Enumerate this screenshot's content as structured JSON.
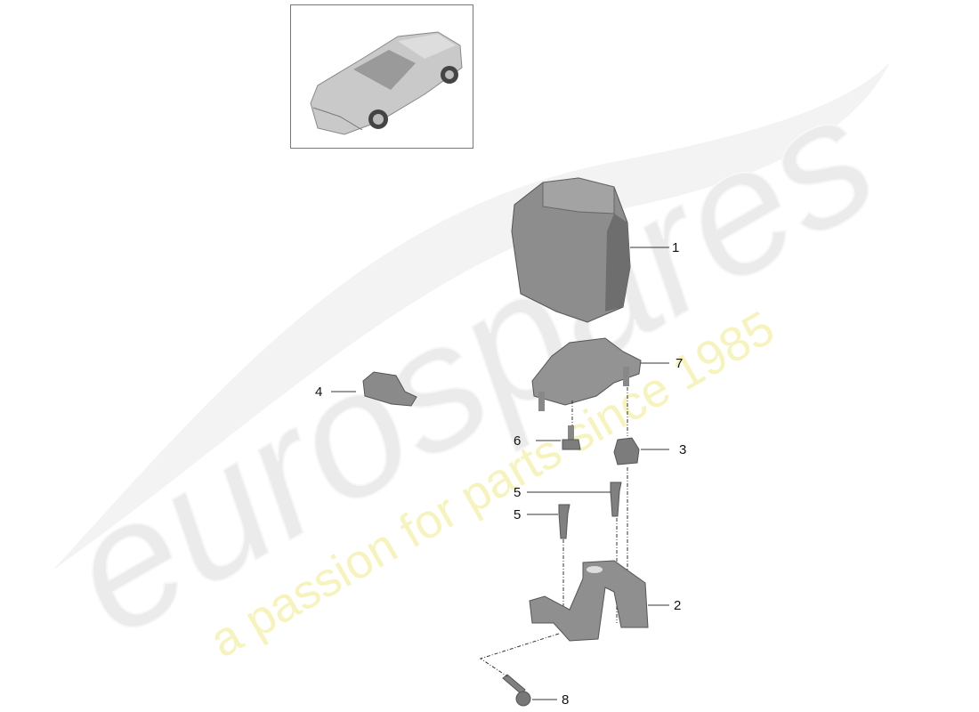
{
  "watermark": {
    "brand": "eurospares",
    "tagline": "a passion for parts since 1985",
    "brand_color": "#e8e8e8",
    "tagline_color": "#f5f2b8"
  },
  "thumbnail": {
    "subject": "Porsche sports car (isometric view)"
  },
  "callouts": [
    {
      "num": "1",
      "part": "hydraulic unit (ABS/ESP module)"
    },
    {
      "num": "2",
      "part": "lower bracket"
    },
    {
      "num": "3",
      "part": "rubber mount"
    },
    {
      "num": "4",
      "part": "control unit / sensor"
    },
    {
      "num": "5",
      "part": "bolt"
    },
    {
      "num": "5",
      "part": "bolt"
    },
    {
      "num": "6",
      "part": "hex bolt"
    },
    {
      "num": "7",
      "part": "upper bracket"
    },
    {
      "num": "8",
      "part": "flange bolt"
    }
  ]
}
